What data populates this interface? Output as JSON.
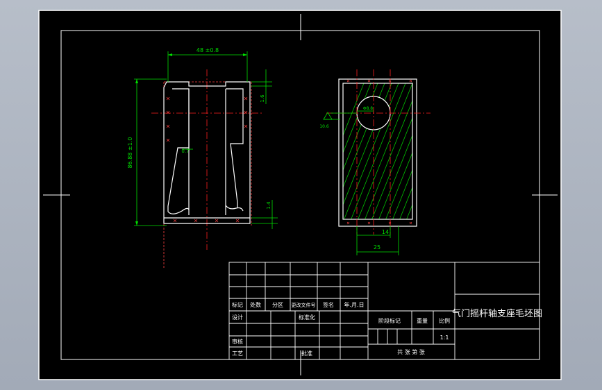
{
  "colors": {
    "background": "#000000",
    "frame": "#ffffff",
    "dimension": "#00e000",
    "centerline": "#ff2020",
    "outline": "#ffffff",
    "hatch": "#00c000",
    "blank": "#ff4040"
  },
  "dimensions": {
    "top_width": "48 ±0.8",
    "total_height": "86.88 ±1.0",
    "top_flange": "1.6",
    "bottom_flange": "1.4",
    "chamfer": "0.7",
    "hole_dia": "Φ8.8",
    "tolerance_note": "10.6",
    "width_14": "14",
    "width_25": "25"
  },
  "title_block": {
    "drawing_title": "气门摇杆轴支座毛坯图",
    "headers": {
      "mark": "标记",
      "count": "处数",
      "zone": "分区",
      "change_doc": "更改文件号",
      "signature": "签名",
      "date": "年.月.日"
    },
    "rows": {
      "design": "设计",
      "standardize": "标准化",
      "review": "审核",
      "process": "工艺",
      "approve": "批准"
    },
    "stage_mark": "阶段标记",
    "weight": "重量",
    "scale": "比例",
    "scale_value": "1:1",
    "sheets": "共  张  第  张"
  }
}
